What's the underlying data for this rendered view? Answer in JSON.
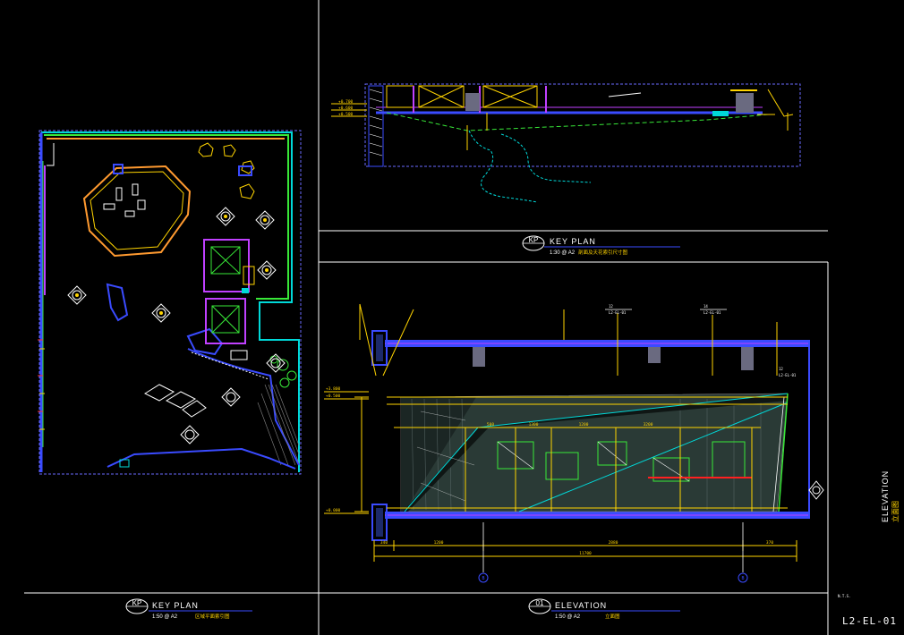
{
  "drawing": {
    "sheet_number": "L2-EL-01",
    "side_title": {
      "en": "ELEVATION",
      "cn": "立面图"
    },
    "stamp": "N.T.S.",
    "key_plan_left": {
      "badge": "KP",
      "title": "KEY PLAN",
      "scale": "1:50 @ A2",
      "cn_label": "区域平面索引图"
    },
    "key_plan_top": {
      "badge": "KP",
      "title": "KEY PLAN",
      "scale": "1:30 @ A2",
      "cn_label": "剖面及天花索引尺寸图"
    },
    "elevation": {
      "badge": "01",
      "title": "ELEVATION",
      "scale": "1:50 @ A2",
      "cn_label": "立面图"
    },
    "section_tags": [
      "+0.700",
      "+0.600",
      "+0.500"
    ],
    "dims_bottom": [
      "340",
      "1200",
      "2880",
      "370"
    ],
    "dims_total": "11700",
    "dims_top": [
      "500",
      "1300",
      "1200",
      "3200"
    ],
    "grid_markers": [
      "B",
      "B"
    ],
    "callout_tags": [
      {
        "top": "12",
        "bottom": "L2-EL-01"
      },
      {
        "top": "14",
        "bottom": "L2-EL-01"
      },
      {
        "top": "12",
        "bottom": "L2-EL-01"
      }
    ],
    "level_tags": [
      "+0.000",
      "+0.500",
      "+3.800"
    ]
  },
  "colors": {
    "background": "#000000",
    "frame": "#ffffff",
    "wall_blue": "#3a4bff",
    "dim_yellow": "#ffd400",
    "cyan": "#00d8d8",
    "magenta": "#c040ff",
    "green": "#38e838",
    "orange": "#ff9a30",
    "red": "#ff2020",
    "panel_fill": "#2a3a36"
  }
}
